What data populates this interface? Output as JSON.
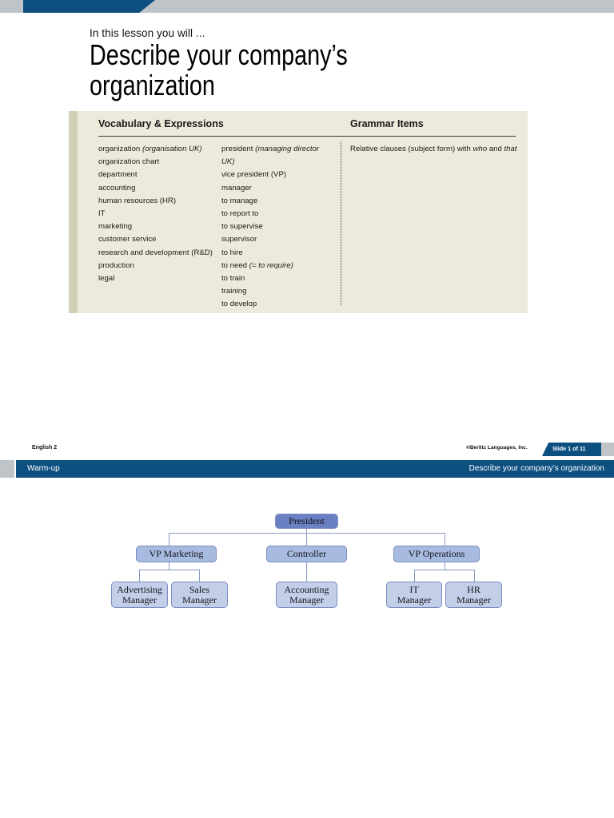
{
  "banner": {
    "tab_label": ""
  },
  "title": {
    "kicker": "In this lesson you will ...",
    "heading": "Describe your company’s\norganization"
  },
  "vocab_panel": {
    "headers": {
      "vocabulary": "Vocabulary & Expressions",
      "grammar": "Grammar Items"
    },
    "column1": [
      "organization <i>(organisation UK)</i>",
      "organization chart",
      "department",
      "accounting",
      "human resources (HR)",
      "IT",
      "marketing",
      "customer service",
      "research and development (R&amp;D)",
      "production",
      "legal"
    ],
    "column2": [
      "president <i>(managing director UK)</i>",
      "vice president (VP)",
      "manager",
      "to manage",
      "to report to",
      "to supervise",
      "supervisor",
      "to hire",
      "to need <i>(= to require)</i>",
      "to train",
      "training",
      "to develop"
    ],
    "column3": [
      "Relative clauses (subject form) with <i>who</i> and <i>that</i>"
    ]
  },
  "footer": {
    "course": "English 2",
    "copyright": "®Berlitz Languages, Inc.",
    "slide_counter": "Slide 1 of 11"
  },
  "section_bar": {
    "left_label": "Warm-up",
    "right_label": "Describe your company’s organization"
  },
  "chart_data": {
    "type": "diagram",
    "title": "Company organization chart",
    "nodes": [
      {
        "id": "president",
        "label": "President",
        "level": 1,
        "parent": null
      },
      {
        "id": "vp-mkt",
        "label": "VP Marketing",
        "level": 2,
        "parent": "president"
      },
      {
        "id": "controller",
        "label": "Controller",
        "level": 2,
        "parent": "president"
      },
      {
        "id": "vp-ops",
        "label": "VP Operations",
        "level": 2,
        "parent": "president"
      },
      {
        "id": "adv-mgr",
        "label": "Advertising\nManager",
        "level": 3,
        "parent": "vp-mkt"
      },
      {
        "id": "sales-mgr",
        "label": "Sales\nManager",
        "level": 3,
        "parent": "vp-mkt"
      },
      {
        "id": "acct-mgr",
        "label": "Accounting\nManager",
        "level": 3,
        "parent": "controller"
      },
      {
        "id": "it-mgr",
        "label": "IT\nManager",
        "level": 3,
        "parent": "vp-ops"
      },
      {
        "id": "hr-mgr",
        "label": "HR\nManager",
        "level": 3,
        "parent": "vp-ops"
      }
    ],
    "colors": {
      "level1": "#6b80c2",
      "level2": "#a6bbdf",
      "level3": "#c3cfe9",
      "connector": "#8a99c6"
    }
  },
  "colors": {
    "brand_blue": "#0d5080",
    "banner_gray": "#bfc4c8",
    "panel_cream": "#eeeadb",
    "panel_stripe": "#d3d0b9"
  }
}
